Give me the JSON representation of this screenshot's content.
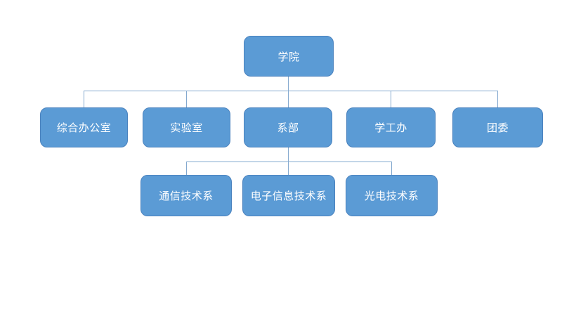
{
  "diagram": {
    "type": "org-chart",
    "colors": {
      "background": "#FFFFFF",
      "node_fill": "#5B9BD5",
      "node_border": "#4A82BE",
      "connector": "#84A9CF",
      "text": "#FFFFFF"
    },
    "root": {
      "label": "学院",
      "children": [
        {
          "label": "综合办公室",
          "children": []
        },
        {
          "label": "实验室",
          "children": []
        },
        {
          "label": "系部",
          "children": [
            {
              "label": "通信技术系"
            },
            {
              "label": "电子信息技术系"
            },
            {
              "label": "光电技术系"
            }
          ]
        },
        {
          "label": "学工办",
          "children": []
        },
        {
          "label": "团委",
          "children": []
        }
      ]
    }
  }
}
